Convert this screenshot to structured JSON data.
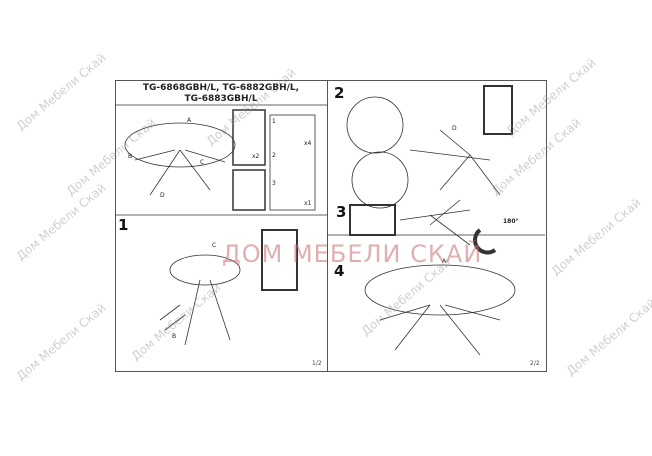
{
  "header": {
    "title_line1": "TG-6868GBH/L, TG-6882GBH/L,",
    "title_line2": "TG-6883GBH/L"
  },
  "steps": [
    "1",
    "2",
    "3",
    "4"
  ],
  "labels": {
    "a": "A",
    "b": "B",
    "c": "C",
    "d": "D",
    "x2": "x2",
    "x4": "x4",
    "x1": "x1",
    "rotate": "180°",
    "sub1": "1",
    "sub2": "2",
    "sub3": "3"
  },
  "pages": {
    "left": "1/2",
    "right": "2/2"
  },
  "watermark": "Дом Мебели Скай",
  "watermark_big": "ДОМ МЕБЕЛИ СКАЙ"
}
